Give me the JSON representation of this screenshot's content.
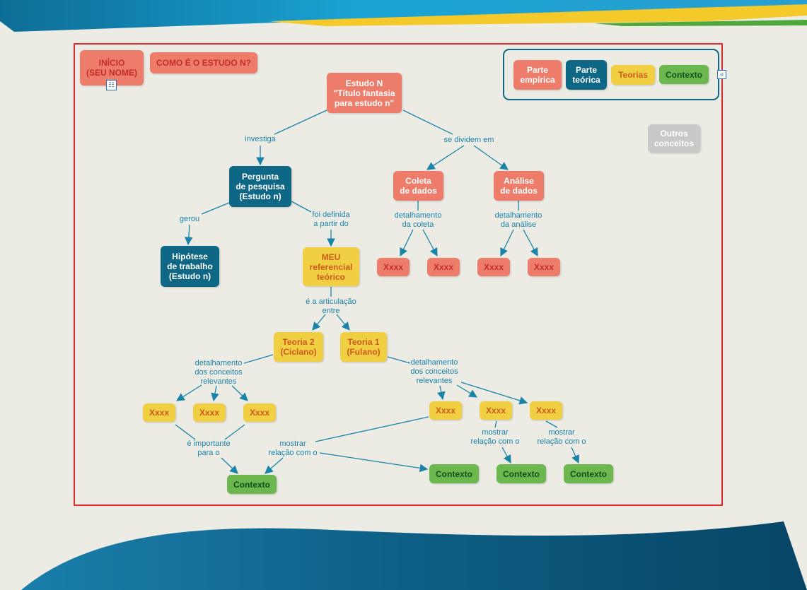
{
  "colors": {
    "empirical": "#ee7c6b",
    "theoretical": "#0e6785",
    "theories": "#f0cf43",
    "context": "#6cb84f",
    "other": "#c9c9c9",
    "links": "#1a83a8",
    "frame": "#dd2a2a"
  },
  "header": {
    "start": "INÍCIO\n(SEU NOME)",
    "question": "COMO É O ESTUDO N?"
  },
  "legend": {
    "empirical": "Parte\nempírica",
    "theoretical": "Parte\nteórica",
    "theories": "Teorias",
    "context": "Contexto",
    "collapse_icon": "collapse-icon"
  },
  "other_concepts": "Outros\nconceitos",
  "nodes": {
    "study": "Estudo N\n\"Título fantasia\npara estudo n\"",
    "question": "Pergunta\nde pesquisa\n(Estudo n)",
    "hypothesis": "Hipótese\nde trabalho\n(Estudo n)",
    "framework": "MEU\nreferencial\nteórico",
    "collection": "Coleta\nde dados",
    "analysis": "Análise\nde dados",
    "collection_item_1": "Xxxx",
    "collection_item_2": "Xxxx",
    "analysis_item_1": "Xxxx",
    "analysis_item_2": "Xxxx",
    "theory2": "Teoria 2\n(Ciclano)",
    "theory1": "Teoria 1\n(Fulano)",
    "t2_concept_1": "Xxxx",
    "t2_concept_2": "Xxxx",
    "t2_concept_3": "Xxxx",
    "t1_concept_1": "Xxxx",
    "t1_concept_2": "Xxxx",
    "t1_concept_3": "Xxxx",
    "context_1": "Contexto",
    "context_2": "Contexto",
    "context_3": "Contexto",
    "context_4": "Contexto"
  },
  "links": {
    "investigates": "investiga",
    "divided": "se dividem em",
    "generated": "gerou",
    "defined": "foi definida\na partir do",
    "collection_detail": "detalhamento\nda coleta",
    "analysis_detail": "detalhamento\nda análise",
    "articulation": "é a articulação\nentre",
    "t2_detail": "detalhamento\ndos conceitos\nrelevantes",
    "t1_detail": "detalhamento\ndos conceitos\nrelevantes",
    "important": "é importante\npara o",
    "show_relation_1": "mostrar\nrelação com o",
    "show_relation_2": "mostrar\nrelação com o",
    "show_relation_3": "mostrar\nrelação com o"
  }
}
